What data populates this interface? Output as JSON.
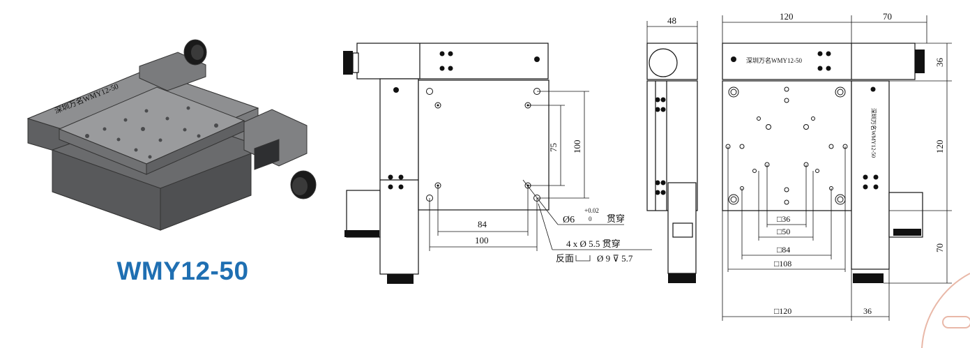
{
  "product": {
    "model": "WMY12-50",
    "engraving": "深圳万名WMY12-50"
  },
  "colors": {
    "title": "#1f6fb2",
    "body": "#6d6e70",
    "top": "#9a9b9d",
    "knob": "#1a1a1a",
    "accent": "#e9b8a8"
  },
  "front_view": {
    "dims": {
      "d75": "75",
      "d100v": "100",
      "d84": "84",
      "d100h": "100"
    },
    "note_hole_main": "Ø6",
    "note_hole_tol_top": "+0.02",
    "note_hole_tol_bottom": "0",
    "note_hole_through": "贯穿",
    "note_holes_line1": "4 x  Ø  5.5 贯穿",
    "note_holes_line2": "反面",
    "note_holes_line2b": "Ø  9  ⊽  5.7"
  },
  "side_view": {
    "dims": {
      "d48": "48"
    }
  },
  "top_view": {
    "dims": {
      "d120_top": "120",
      "d70_top": "70",
      "d36_right": "36",
      "d120_right": "120",
      "d70_right": "70",
      "sq36": "□36",
      "sq50": "□50",
      "sq84": "□84",
      "sq108": "□108",
      "sq120": "□120",
      "d36_bottom": "36"
    }
  }
}
